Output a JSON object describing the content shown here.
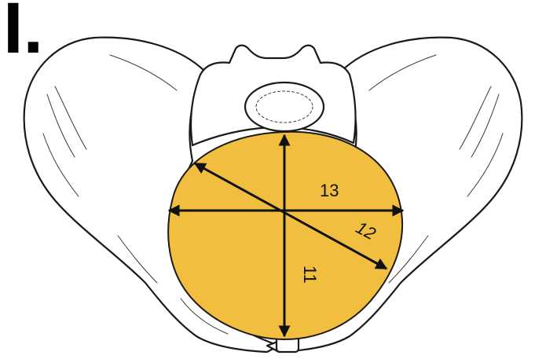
{
  "figure": {
    "panel_label": "I.",
    "colors": {
      "inlet_fill": "#f2be3f",
      "line": "#111111",
      "bone_fill": "#ffffff"
    },
    "measurements": {
      "transverse": "13",
      "oblique": "12",
      "anteroposterior": "11"
    }
  }
}
